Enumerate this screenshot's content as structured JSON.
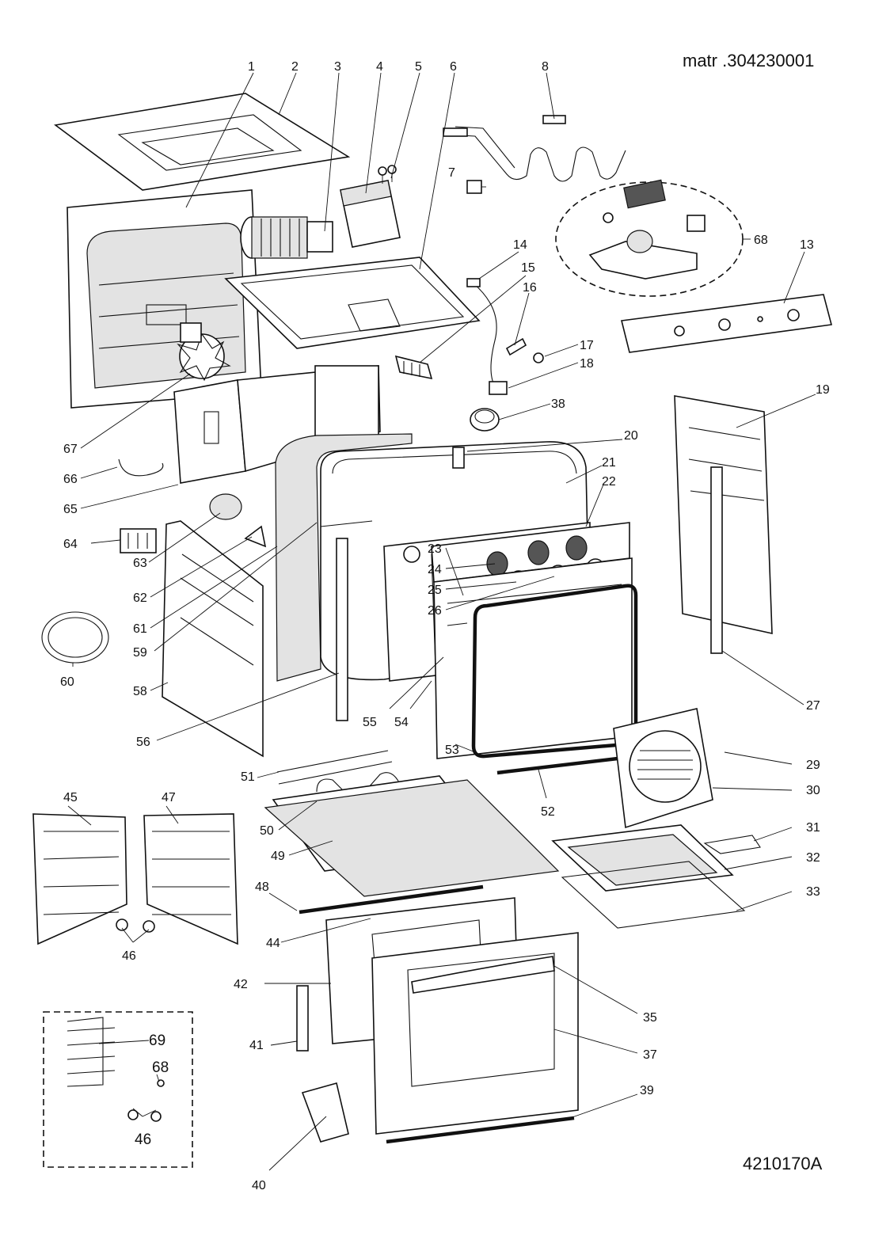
{
  "header": {
    "material_code": "matr .304230001",
    "drawing_code": "4210170A"
  },
  "callouts": {
    "c1": "1",
    "c2": "2",
    "c3": "3",
    "c4": "4",
    "c5": "5",
    "c6": "6",
    "c7": "7",
    "c8": "8",
    "c13": "13",
    "c14": "14",
    "c15": "15",
    "c16": "16",
    "c17": "17",
    "c18": "18",
    "c19": "19",
    "c20": "20",
    "c21": "21",
    "c22": "22",
    "c23": "23",
    "c24": "24",
    "c25": "25",
    "c26": "26",
    "c27": "27",
    "c29": "29",
    "c30": "30",
    "c31": "31",
    "c32": "32",
    "c33": "33",
    "c35": "35",
    "c37": "37",
    "c38": "38",
    "c39": "39",
    "c40": "40",
    "c41": "41",
    "c42": "42",
    "c44": "44",
    "c45": "45",
    "c46a": "46",
    "c46b": "46",
    "c47": "47",
    "c48": "48",
    "c49": "49",
    "c50": "50",
    "c51": "51",
    "c52": "52",
    "c53": "53",
    "c54": "54",
    "c55": "55",
    "c56": "56",
    "c58": "58",
    "c59": "59",
    "c60": "60",
    "c61": "61",
    "c62": "62",
    "c63": "63",
    "c64": "64",
    "c65": "65",
    "c66": "66",
    "c67": "67",
    "c68a": "68",
    "c68b": "68",
    "c69": "69"
  }
}
